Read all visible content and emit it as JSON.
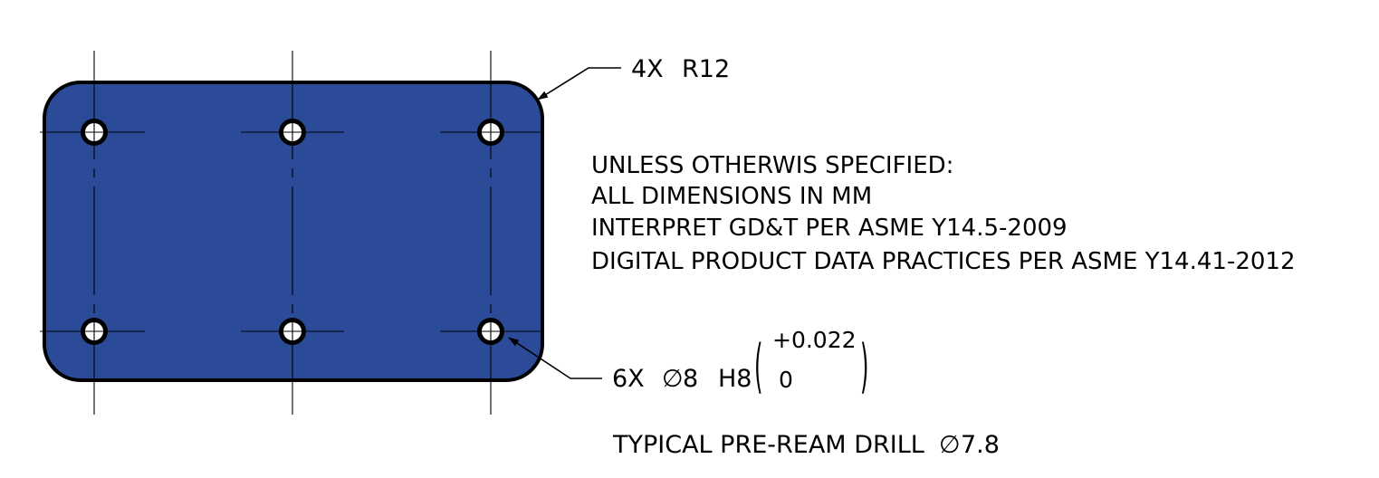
{
  "plate": {
    "fill_color": "#2b4b98",
    "outline_color": "#000000"
  },
  "corner_callout": {
    "count": "4X",
    "radius": "R12"
  },
  "general_notes": {
    "title": "UNLESS OTHERWIS SPECIFIED:",
    "lines": [
      "ALL DIMENSIONS IN MM",
      "INTERPRET GD&T PER ASME Y14.5-2009",
      "DIGITAL PRODUCT DATA PRACTICES PER ASME Y14.41-2012"
    ]
  },
  "hole_callout": {
    "count": "6X",
    "diameter_symbol": "∅",
    "diameter": "8",
    "fit_class": "H8",
    "upper_deviation": "+0.022",
    "lower_deviation": "0",
    "paren_open": "(",
    "paren_close": ")"
  },
  "drill_note": {
    "text": "TYPICAL PRE-REAM DRILL",
    "diameter_symbol": "∅",
    "diameter": "7.8"
  }
}
